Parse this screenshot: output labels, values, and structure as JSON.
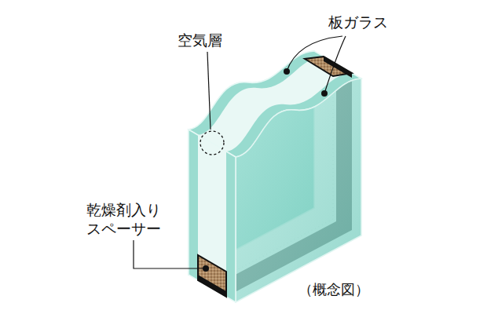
{
  "diagram": {
    "caption": "（概念図）",
    "labels": [
      "板ガラス",
      "空気層",
      "乾燥剤入り スペーサー"
    ]
  }
}
